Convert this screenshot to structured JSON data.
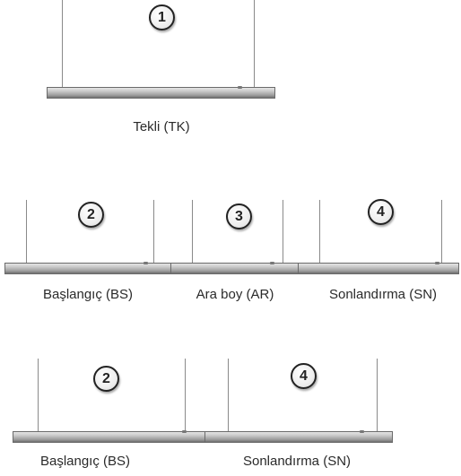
{
  "modules": {
    "single": {
      "number": "1",
      "label": "Tekli (TK)"
    },
    "start": {
      "number": "2",
      "label": "Başlangıç (BS)"
    },
    "middle": {
      "number": "3",
      "label": "Ara boy (AR)"
    },
    "end": {
      "number": "4",
      "label": "Sonlandırma (SN)"
    }
  },
  "colors": {
    "wire": "#8a8a8a",
    "profile_light": "#e4e4e4",
    "profile_dark": "#6f6f6f",
    "badge_border": "#222222",
    "text": "#2a2a2a"
  }
}
